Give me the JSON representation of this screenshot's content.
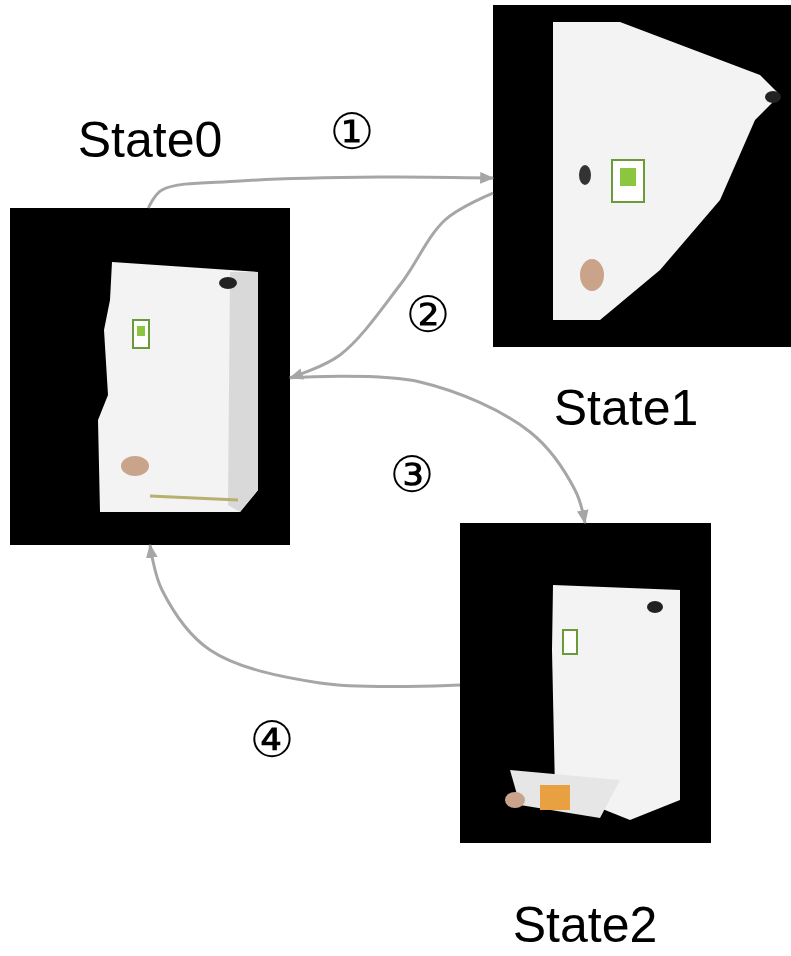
{
  "diagram": {
    "nodes": [
      {
        "text": [
          "State0"
        ]
      },
      {
        "text": [
          "State1"
        ]
      },
      {
        "text": [
          "State2"
        ]
      }
    ],
    "edges": [
      {
        "from": 0,
        "to": 1,
        "arrow": "to",
        "label": "①"
      },
      {
        "from": 1,
        "to": 0,
        "arrow": "to",
        "label": "②"
      },
      {
        "from": 0,
        "to": 2,
        "arrow": "to",
        "label": "③"
      },
      {
        "from": 2,
        "to": 0,
        "arrow": "to",
        "label": "④"
      }
    ]
  }
}
